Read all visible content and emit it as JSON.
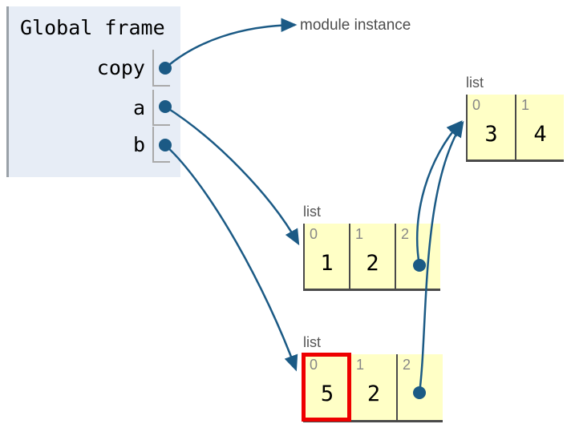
{
  "frame": {
    "title": "Global frame",
    "variables": [
      {
        "name": "copy"
      },
      {
        "name": "a"
      },
      {
        "name": "b"
      }
    ]
  },
  "module_instance_label": "module instance",
  "lists": [
    {
      "label": "list",
      "cells": [
        {
          "index": "0",
          "value": "3"
        },
        {
          "index": "1",
          "value": "4"
        }
      ]
    },
    {
      "label": "list",
      "cells": [
        {
          "index": "0",
          "value": "1"
        },
        {
          "index": "1",
          "value": "2"
        },
        {
          "index": "2",
          "value": ""
        }
      ]
    },
    {
      "label": "list",
      "cells": [
        {
          "index": "0",
          "value": "5",
          "highlighted": true
        },
        {
          "index": "1",
          "value": "2"
        },
        {
          "index": "2",
          "value": ""
        }
      ]
    }
  ],
  "pointers": [
    {
      "from": "copy",
      "to": "module instance"
    },
    {
      "from": "a",
      "to": "list[1,2,→]"
    },
    {
      "from": "b",
      "to": "list[5,2,→]"
    },
    {
      "from": "list[1,2,→] index 2",
      "to": "list[3,4]"
    },
    {
      "from": "list[5,2,→] index 2",
      "to": "list[3,4]"
    }
  ],
  "colors": {
    "arrow_blue": "#1b5a85",
    "highlight_red": "#ee0000",
    "cell_yellow": "#ffffc6",
    "frame_bg": "#e7edf6",
    "border_dark": "#4a4a4a"
  }
}
